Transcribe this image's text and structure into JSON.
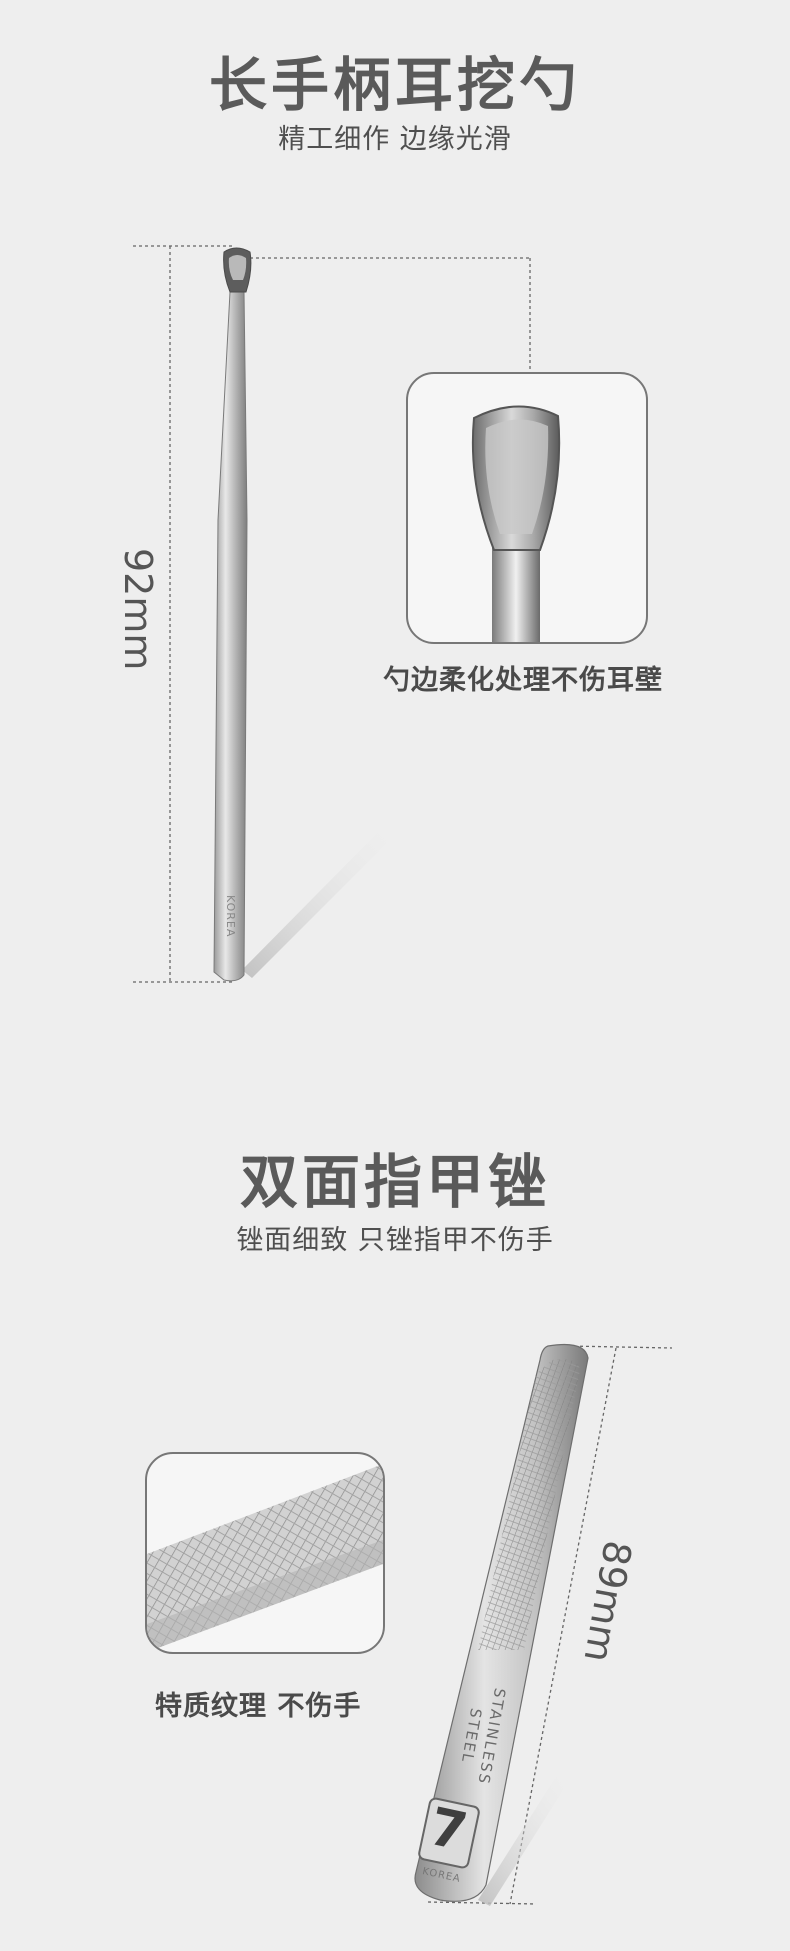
{
  "section1": {
    "title": "长手柄耳挖勺",
    "subtitle": "精工细作 边缘光滑",
    "dimension": "92mm",
    "engraving": "KOREA",
    "caption": "勺边柔化处理不伤耳壁"
  },
  "section2": {
    "title": "双面指甲锉",
    "subtitle": "锉面细致 只锉指甲不伤手",
    "dimension": "89mm",
    "engraving_line1": "STAINLESS",
    "engraving_line2": "STEEL",
    "logo_number": "7",
    "engraving_brand": "KOREA",
    "caption": "特质纹理 不伤手"
  },
  "colors": {
    "background": "#eeeeee",
    "title": "#5a5a5a",
    "steel_light": "#e2e2e2",
    "steel_dark": "#8a8a8a"
  }
}
